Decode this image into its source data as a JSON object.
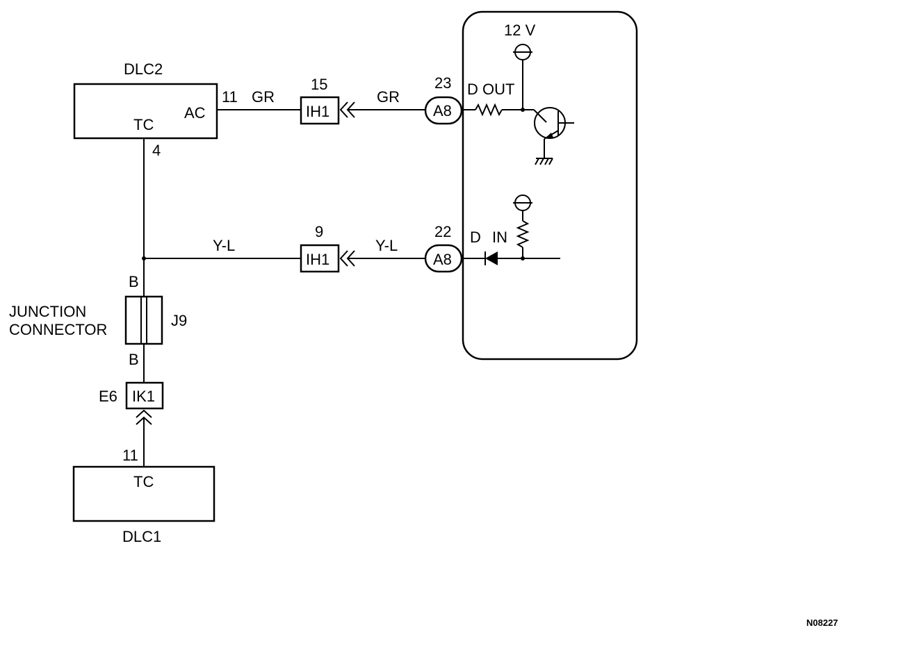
{
  "dlc2": {
    "name": "DLC2",
    "pin_ac": "AC",
    "pin_tc": "TC",
    "pin_ac_num": "11",
    "pin_tc_num": "4"
  },
  "dlc1": {
    "name": "DLC1",
    "pin_tc": "TC",
    "pin_tc_num": "11"
  },
  "wires": {
    "gr_left": "GR",
    "gr_right": "GR",
    "yl_left": "Y-L",
    "yl_right": "Y-L",
    "b_upper": "B",
    "b_lower": "B"
  },
  "connectors": {
    "ih1_top": {
      "label": "IH1",
      "pin": "15"
    },
    "ih1_bottom": {
      "label": "IH1",
      "pin": "9"
    },
    "a8_top": {
      "label": "A8",
      "pin": "23"
    },
    "a8_bottom": {
      "label": "A8",
      "pin": "22"
    },
    "ik1": {
      "label": "IK1",
      "id": "E6"
    }
  },
  "junction": {
    "line1": "JUNCTION",
    "line2": "CONNECTOR",
    "id": "J9"
  },
  "ecu": {
    "supply": "12 V",
    "dout": "D OUT",
    "din_d": "D",
    "din_in": "IN"
  },
  "figure_code": "N08227"
}
